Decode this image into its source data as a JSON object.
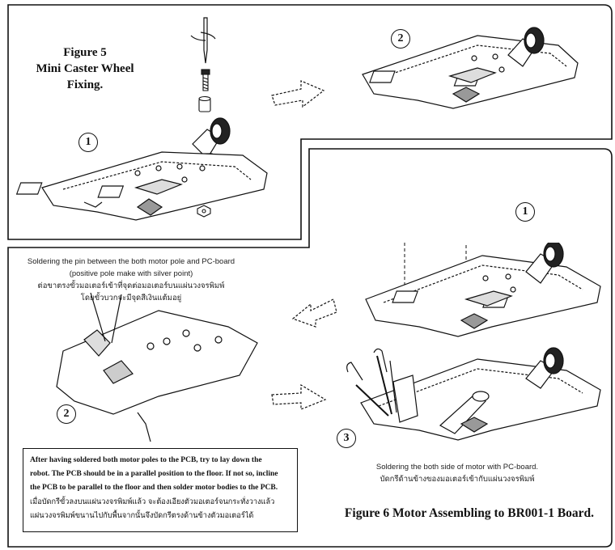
{
  "figure5": {
    "title_line1": "Figure 5",
    "title_line2": "Mini Caster Wheel",
    "title_line3": "Fixing.",
    "step1": "1",
    "step2": "2"
  },
  "figure6": {
    "step1": "1",
    "step2": "2",
    "step3": "3",
    "title": "Figure 6 Motor Assembling to BR001-1 Board."
  },
  "soldering_note": {
    "line1": "Soldering the pin between the both motor pole and PC-board",
    "line2": "(positive pole make with silver point)",
    "line3_th": "ต่อขาตรงขั้วมอเตอร์เข้าที่จุดต่อมอเตอร์บนแผ่นวงจรพิมพ์",
    "line4_th": "โดยขั้วบวกจะมีจุดสีเงินแต้มอยู่"
  },
  "side_solder_caption": {
    "en": "Soldering the both side of motor with PC-board.",
    "th": "บัดกรีด้านข้างของมอเตอร์เข้ากับแผ่นวงจรพิมพ์"
  },
  "instruction_box": {
    "en_line1": "After having soldered both motor poles to the PCB, try to lay down the",
    "en_line2": "robot. The PCB should be in a parallel position to the floor. If not so, incline",
    "en_line3": "the PCB to be parallel to the floor and then solder motor bodies to the PCB.",
    "th_line1": "เมื่อบัดกรีขั้วลงบนแผ่นวงจรพิมพ์แล้ว จะต้องเอียงตัวมอเตอร์จนกระทั่งวางแล้ว",
    "th_line2": "แผ่นวงจรพิมพ์ขนานไปกับพื้นจากนั้นจึงบัดกรีตรงด้านข้างตัวมอเตอร์ได้"
  }
}
